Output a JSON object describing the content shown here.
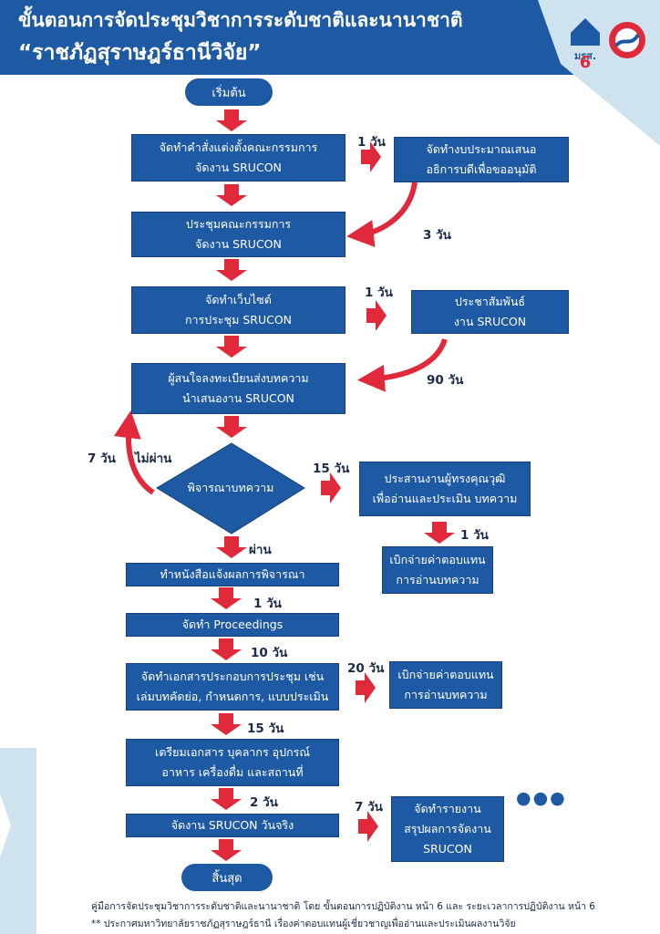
{
  "title": {
    "line1": "ขั้นตอนการจัดประชุมวิชาการระดับชาติและนานาชาติ",
    "line2": "“ราชภัฏสุราษฎร์ธานีวิจัย”"
  },
  "logo": {
    "badge_text": "มรส.",
    "number": "6"
  },
  "nodes": {
    "start": "เริ่มต้น",
    "committee_order": [
      "จัดทำคำสั่งแต่งตั้งคณะกรรมการ",
      "จัดงาน SRUCON"
    ],
    "budget": [
      "จัดทำงบประมาณเสนอ",
      "อธิการบดีเพื่อขออนุมัติ"
    ],
    "committee_meeting": [
      "ประชุมคณะกรรมการ",
      "จัดงาน SRUCON"
    ],
    "website": [
      "จัดทำเว็บไซต์",
      "การประชุม SRUCON"
    ],
    "pr": [
      "ประชาสัมพันธ์",
      "งาน SRUCON"
    ],
    "submission": [
      "ผู้สนใจลงทะเบียนส่งบทความ",
      "นำเสนองาน SRUCON"
    ],
    "review": "พิจารณาบทความ",
    "reviewers": [
      "ประสานงานผู้ทรงคุณวุฒิ",
      "เพื่ออ่านและประเมิน บทความ"
    ],
    "pay_reviewers_1": [
      "เบิกจ่ายค่าตอบแทน",
      "การอ่านบทความ"
    ],
    "notify": "ทำหนังสือแจ้งผลการพิจารณา",
    "proceedings": "จัดทำ Proceedings",
    "documents": [
      "จัดทำเอกสารประกอบการประชุม เช่น",
      "เล่มบทคัดย่อ, กำหนดการ, แบบประเมิน"
    ],
    "pay_reviewers_2": [
      "เบิกจ่ายค่าตอบแทน",
      "การอ่านบทความ"
    ],
    "prepare": [
      "เตรียมเอกสาร บุคลากร อุปกรณ์",
      "อาหาร เครื่องดื่ม และสถานที่"
    ],
    "event_day": "จัดงาน SRUCON วันจริง",
    "report": [
      "จัดทำรายงาน",
      "สรุปผลการจัดงาน",
      "SRUCON"
    ],
    "end": "สิ้นสุด"
  },
  "durations": {
    "d_budget": "1 วัน",
    "d_meeting": "3 วัน",
    "d_website": "1 วัน",
    "d_submission": "90 วัน",
    "d_fail_back": "7 วัน",
    "d_reviewers": "15 วัน",
    "d_pay1": "1 วัน",
    "d_proceedings": "1 วัน",
    "d_documents": "10 วัน",
    "d_pay2": "20 วัน",
    "d_prepare": "15 วัน",
    "d_event": "2 วัน",
    "d_report": "7 วัน"
  },
  "branch_labels": {
    "fail": "ไม่ผ่าน",
    "pass": "ผ่าน"
  },
  "ellipsis": "●●●",
  "footnotes": {
    "line1": "คู่มือการจัดประชุมวิชาการระดับชาติและนานาชาติ โดย ขั้นตอนการปฏิบัติงาน หน้า 6 และ ระยะเวลาการปฏิบัติงาน หน้า 6",
    "line2": "** ประกาศมหาวิทยาลัยราชภัฏสุราษฎร์ธานี เรื่องค่าตอบแทนผู้เชี่ยวชาญเพื่ออ่านและประเมินผลงานวิจัย"
  },
  "colors": {
    "box": "#1e5aa4",
    "arrow": "#e0293a",
    "text_dark": "#1a2b48",
    "deco": "#cfe3ef"
  }
}
